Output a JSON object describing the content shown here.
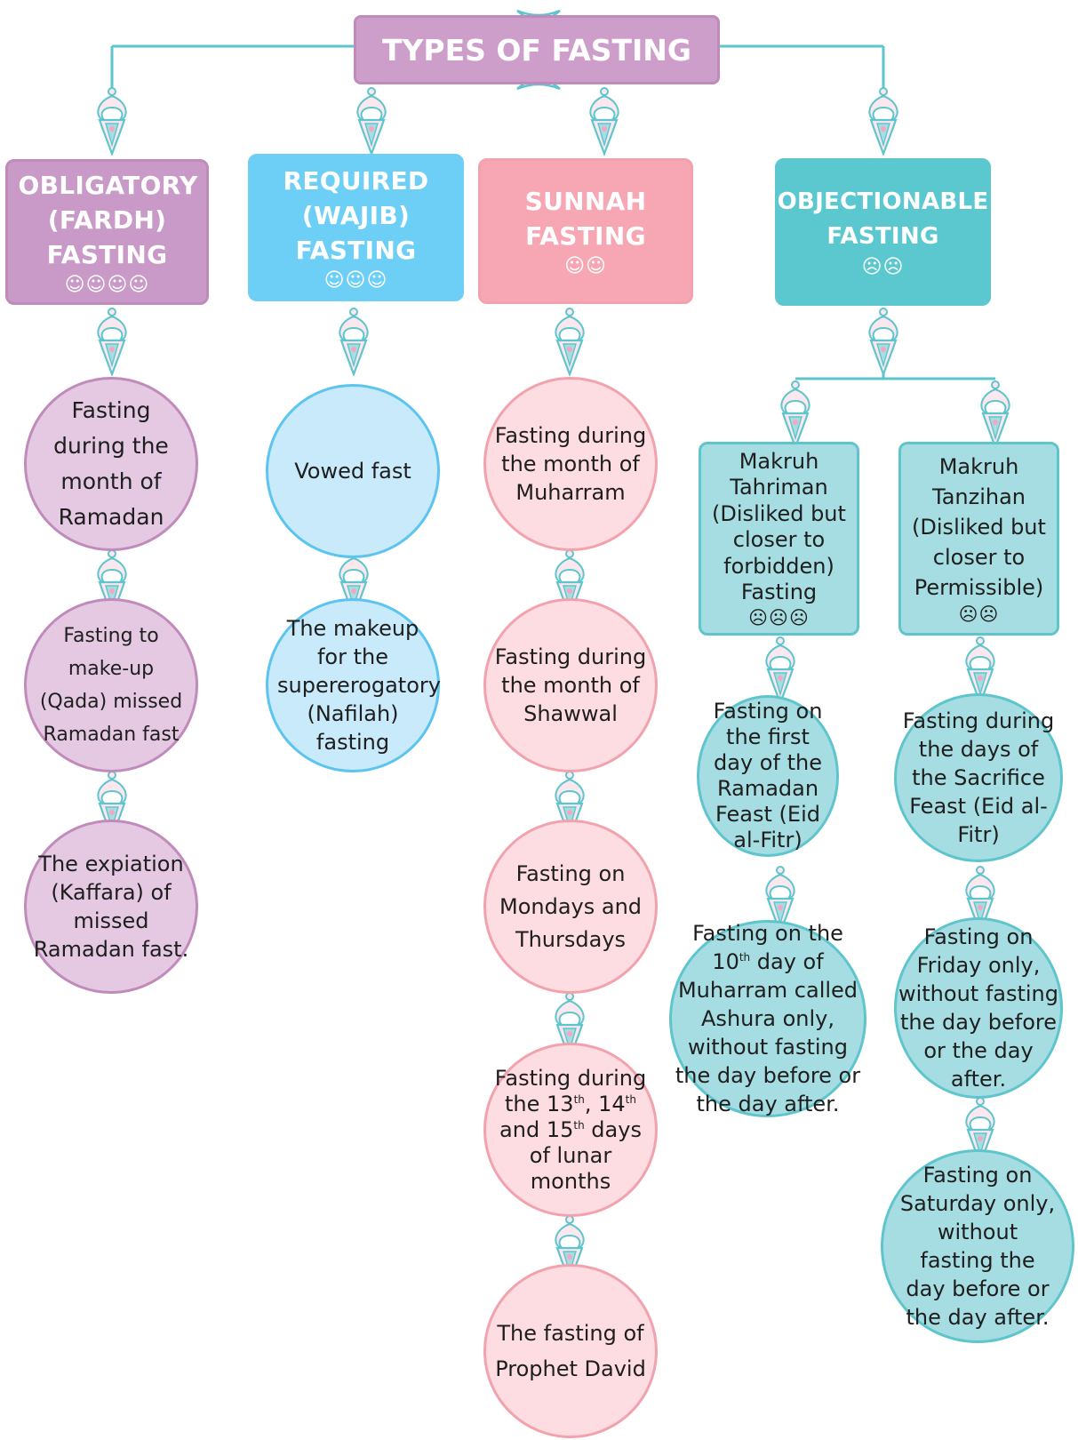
{
  "title": "TYPES OF FASTING",
  "colors": {
    "line": "#5fc5cc",
    "obligatory": "#c99ac7",
    "required": "#6dcff6",
    "sunnah": "#f7a7b3",
    "objectionable": "#5bc8cf"
  },
  "categories": [
    {
      "title": "OBLIGATORY (FARDH) FASTING",
      "rating": "☺☺☺☺"
    },
    {
      "title": "REQUIRED (WAJIB) FASTING",
      "rating": "☺☺☺"
    },
    {
      "title": "SUNNAH FASTING",
      "rating": "☺☺"
    },
    {
      "title": "OBJECTIONABLE FASTING",
      "rating": "☹☹"
    }
  ],
  "subcategories": [
    {
      "title": "Makruh Tahriman (Disliked but closer to forbidden) Fasting",
      "rating": "☹☹☹"
    },
    {
      "title": "Makruh Tanzihan (Disliked but closer to Permissible)",
      "rating": "☹☹"
    }
  ],
  "obligatory_items": [
    "Fasting during the month of Ramadan",
    "Fasting to make-up (Qada) missed Ramadan fast",
    "The expiation (Kaffara) of missed Ramadan fast."
  ],
  "required_items": [
    "Vowed fast",
    "The makeup for the supererogatory (Nafilah) fasting"
  ],
  "sunnah_items": [
    "Fasting during the month of Muharram",
    "Fasting during the month of Shawwal",
    "Fasting on Mondays and Thursdays",
    "Fasting during the 13th, 14th and 15th days of lunar months",
    "The fasting of Prophet David"
  ],
  "tahriman_items": [
    "Fasting on the first day of the Ramadan Feast (Eid al-Fitr)",
    "Fasting on the 10th day of Muharram called Ashura only, without fasting the day before or the day after."
  ],
  "tanzihan_items": [
    "Fasting during the days of the Sacrifice Feast (Eid al-Fitr)",
    "Fasting on Friday only, without fasting the day before or the day after.",
    "Fasting on Saturday only, without fasting the day before or the day after."
  ]
}
